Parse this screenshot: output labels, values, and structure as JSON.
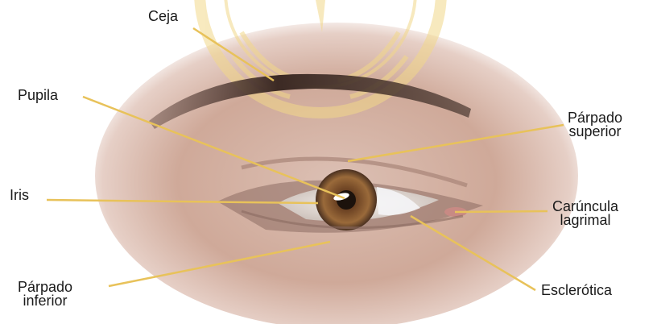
{
  "labels": {
    "ceja": "Ceja",
    "pupila": "Pupila",
    "iris": "Iris",
    "parpado_superior": [
      "Párpado",
      "superior"
    ],
    "caruncula_lagrimal": [
      "Carúncula",
      "lagrimal"
    ],
    "parpado_inferior": [
      "Párpado",
      "inferior"
    ],
    "esclerotica": "Esclerótica"
  },
  "colors": {
    "leader_line": "#e8c25a",
    "watermark": "#f2d88a",
    "skin": "#d8b3a4",
    "iris": "#8a5a2e"
  },
  "icons": {
    "watermark": "university-seal-watermark"
  }
}
